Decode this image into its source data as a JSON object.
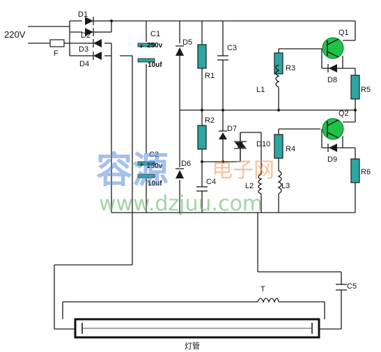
{
  "source": {
    "voltage_label": "220V",
    "fuse_label": "F"
  },
  "diodes": {
    "d1": "D1",
    "d2": "D2",
    "d3": "D3",
    "d4": "D4",
    "d5": "D5",
    "d6": "D6",
    "d7": "D7",
    "d8": "D8",
    "d9": "D9",
    "d10": "D10"
  },
  "capacitors": {
    "c1": "C1",
    "c1_voltage": "250v",
    "c1_value": "10uf",
    "c2": "C2",
    "c2_voltage": "250v",
    "c2_value": "10uf",
    "c3": "C3",
    "c4": "C4",
    "c5": "C5"
  },
  "resistors": {
    "r1": "R1",
    "r2": "R2",
    "r3": "R3",
    "r4": "R4",
    "r5": "R5",
    "r6": "R6"
  },
  "inductors": {
    "l1": "L1",
    "l2": "L2",
    "l3": "L3",
    "t": "T"
  },
  "transistors": {
    "q1": "Q1",
    "q2": "Q2"
  },
  "lamp": {
    "label": "灯管"
  },
  "watermark": {
    "brand_cn": "容源",
    "brand_sub": "电子网",
    "url": "www.dzjuu.com"
  },
  "colors": {
    "resistor": "#2aa7a2",
    "transistor": "#1fc24a",
    "capacitor_plate": "#2aa7a2"
  }
}
